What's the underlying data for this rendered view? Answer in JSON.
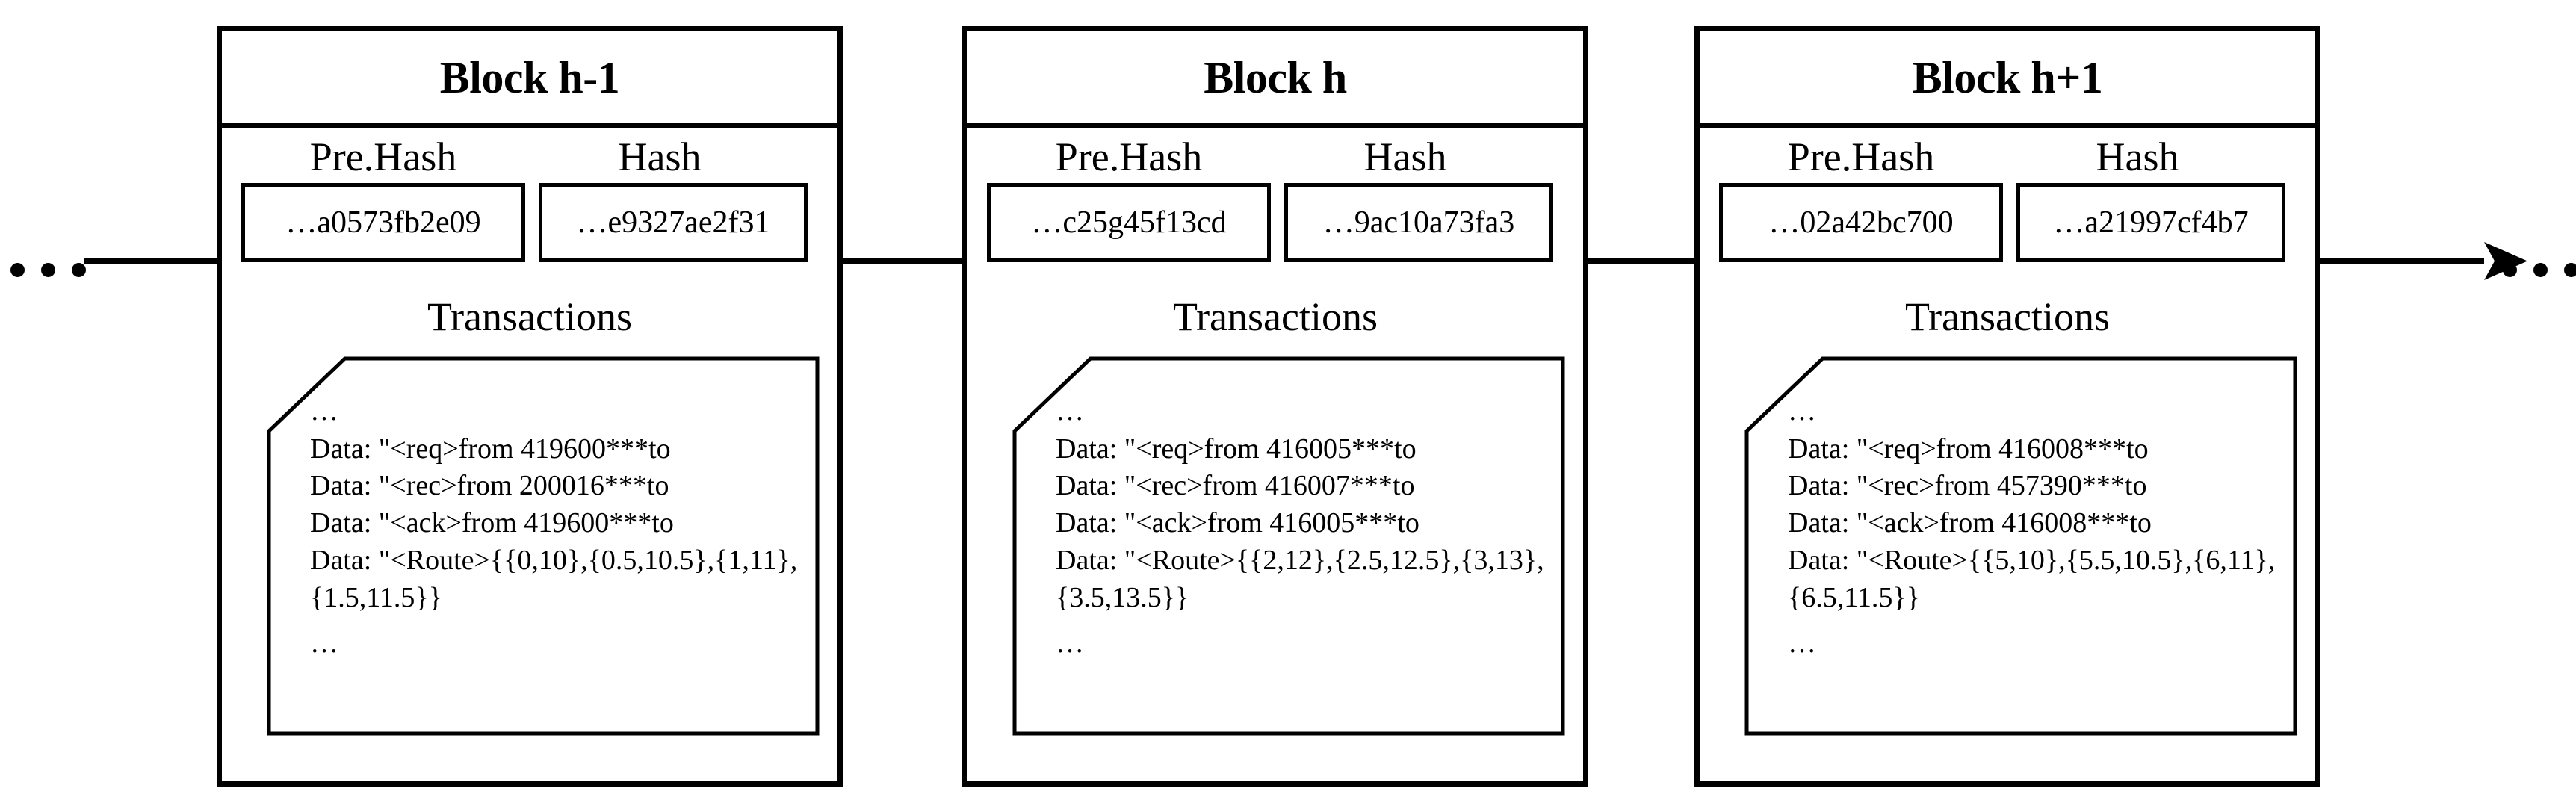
{
  "diagram": {
    "type": "blockchain-chain",
    "leading_ellipsis": "...",
    "trailing_ellipsis": "...",
    "labels": {
      "pre_hash": "Pre.Hash",
      "hash": "Hash",
      "transactions": "Transactions",
      "ellipsis": "…"
    },
    "blocks": [
      {
        "title": "Block h-1",
        "pre_hash": "…a0573fb2e09",
        "hash": "…e9327ae2f31",
        "transactions": [
          "…",
          "Data: \"<req>from 419600***to",
          "Data: \"<rec>from 200016***to",
          "Data: \"<ack>from 419600***to",
          "Data: \"<Route>{{0,10},{0.5,10.5},{1,11},{1.5,11.5}}",
          "…"
        ]
      },
      {
        "title": "Block h",
        "pre_hash": "…c25g45f13cd",
        "hash": "…9ac10a73fa3",
        "transactions": [
          "…",
          "Data: \"<req>from 416005***to",
          "Data: \"<rec>from 416007***to",
          "Data: \"<ack>from 416005***to",
          "Data: \"<Route>{{2,12},{2.5,12.5},{3,13},{3.5,13.5}}",
          "…"
        ]
      },
      {
        "title": "Block h+1",
        "pre_hash": "…02a42bc700",
        "hash": "…a21997cf4b7",
        "transactions": [
          "…",
          "Data: \"<req>from 416008***to",
          "Data: \"<rec>from 457390***to",
          "Data: \"<ack>from 416008***to",
          "Data: \"<Route>{{5,10},{5.5,10.5},{6,11},{6.5,11.5}}",
          "…"
        ]
      }
    ]
  }
}
